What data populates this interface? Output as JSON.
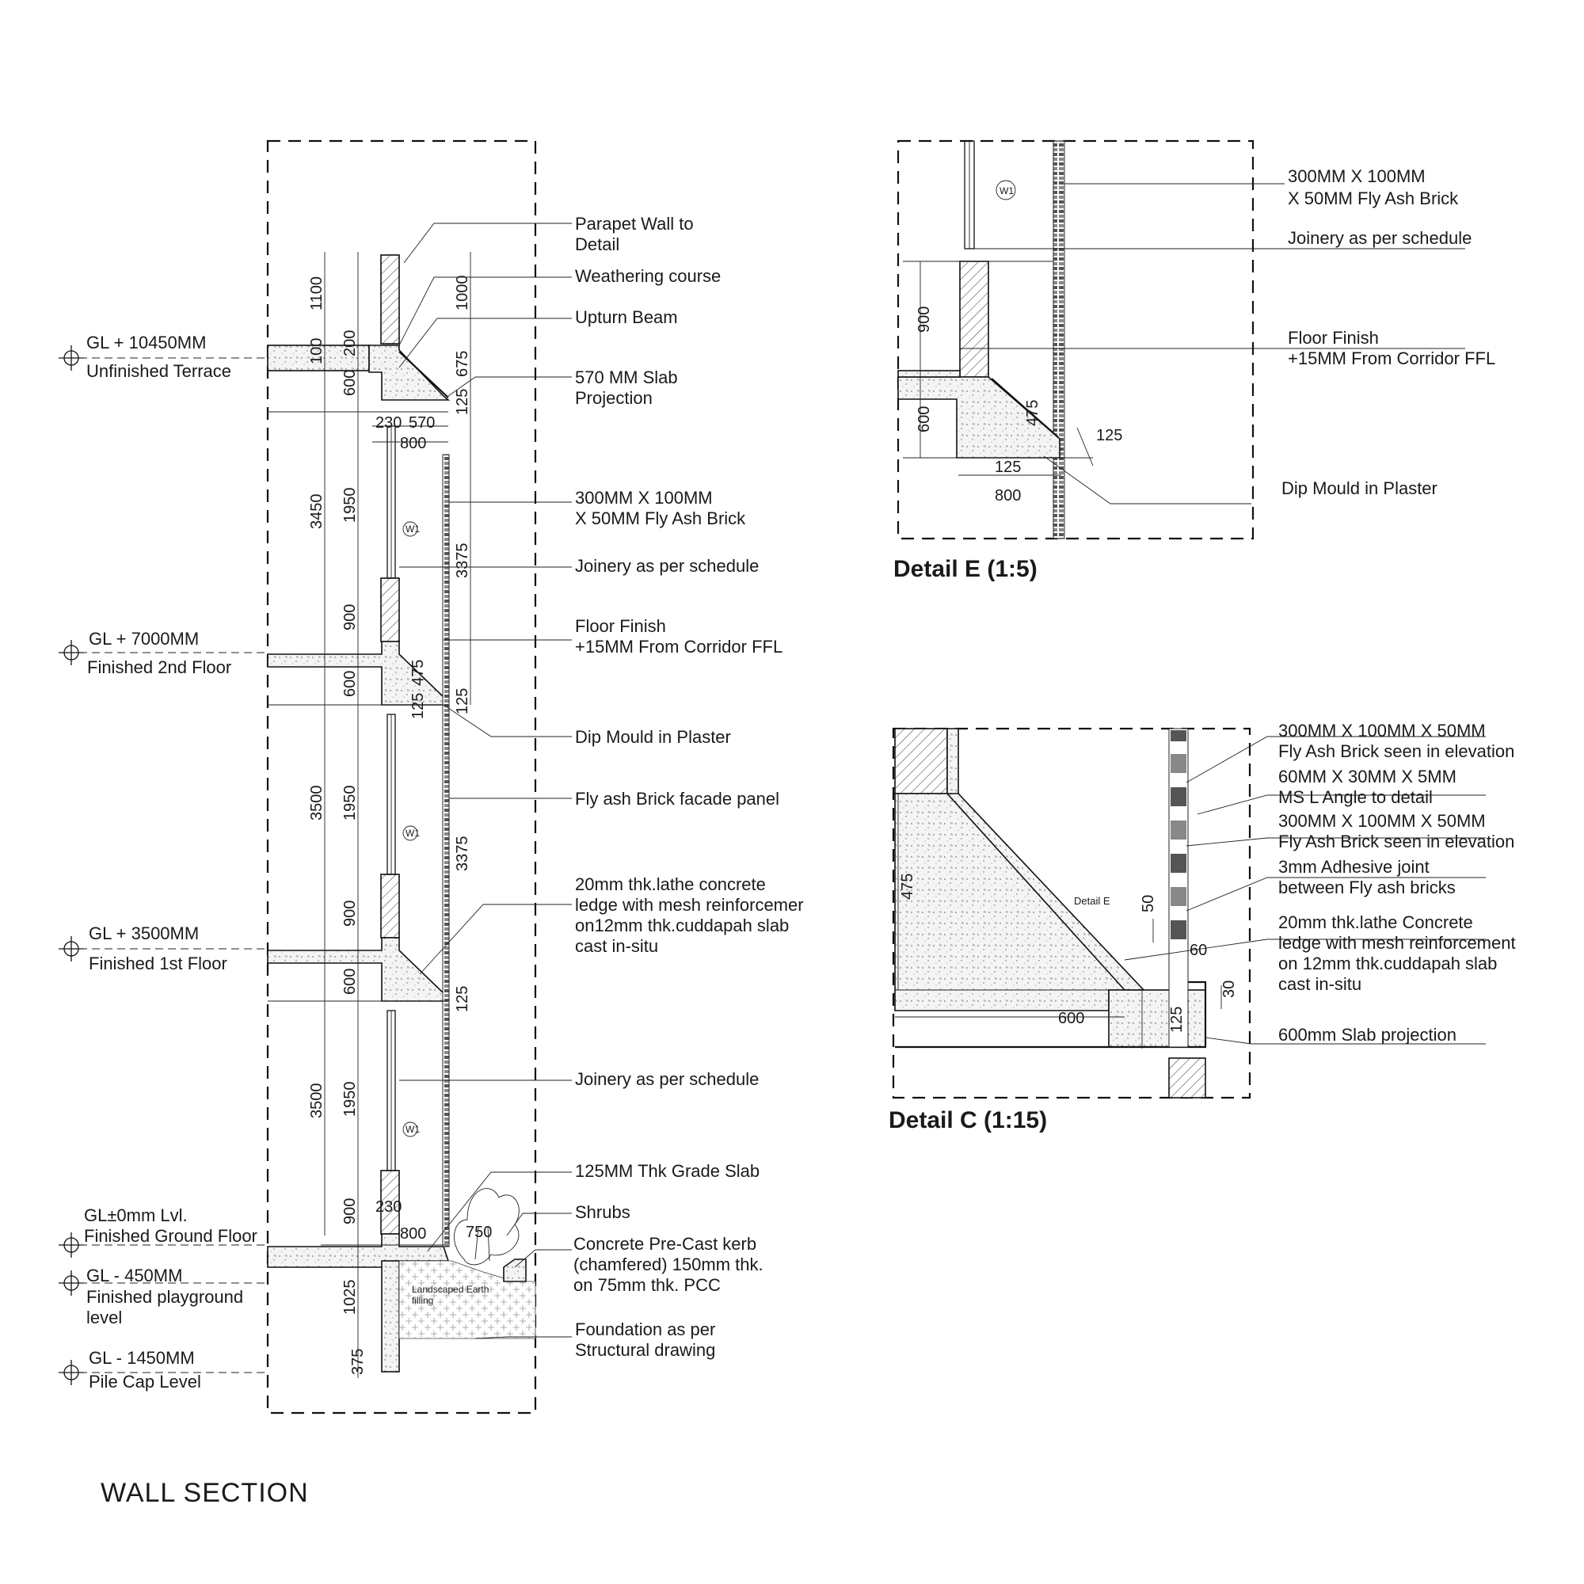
{
  "section": {
    "title": "WALL SECTION",
    "levels": [
      {
        "value": "GL + 10450MM",
        "name": "Unfinished Terrace"
      },
      {
        "value": "GL + 7000MM",
        "name": "Finished 2nd Floor"
      },
      {
        "value": "GL + 3500MM",
        "name": "Finished 1st Floor"
      },
      {
        "value": "GL±0mm Lvl.",
        "name": "Finished Ground Floor"
      },
      {
        "value": "GL - 450MM",
        "name": "Finished playground",
        "name2": "level"
      },
      {
        "value": "GL - 1450MM",
        "name": "Pile Cap Level"
      }
    ],
    "notes": [
      {
        "l1": "Parapet Wall to",
        "l2": "Detail"
      },
      {
        "l1": "Weathering course",
        "l2": ""
      },
      {
        "l1": "Upturn Beam",
        "l2": ""
      },
      {
        "l1": "570 MM Slab",
        "l2": "Projection"
      },
      {
        "l1": "300MM X 100MM",
        "l2": "X 50MM Fly Ash Brick"
      },
      {
        "l1": "Joinery as per schedule",
        "l2": ""
      },
      {
        "l1": "Floor Finish",
        "l2": "+15MM From Corridor FFL"
      },
      {
        "l1": "Dip Mould in Plaster",
        "l2": ""
      },
      {
        "l1": "Fly ash Brick facade panel",
        "l2": ""
      },
      {
        "l1": "20mm thk.lathe concrete",
        "l2": "ledge with mesh reinforcemer",
        "l3": "on12mm thk.cuddapah slab",
        "l4": "cast in-situ"
      },
      {
        "l1": "Joinery as per schedule",
        "l2": ""
      },
      {
        "l1": "125MM Thk Grade Slab",
        "l2": ""
      },
      {
        "l1": "Shrubs",
        "l2": ""
      },
      {
        "l1": "Concrete Pre-Cast kerb",
        "l2": "(chamfered) 150mm thk.",
        "l3": "on 75mm thk. PCC"
      },
      {
        "l1": "Foundation as per",
        "l2": "Structural drawing"
      }
    ],
    "dims": {
      "d1100": "1100",
      "d1000": "1000",
      "d100": "100",
      "d200": "200",
      "d600": "600",
      "d675": "675",
      "d125": "125",
      "d230": "230",
      "d570": "570",
      "d800": "800",
      "d3450": "3450",
      "d1950": "1950",
      "d3375": "3375",
      "d900": "900",
      "d3500": "3500",
      "d475": "475",
      "d750": "750",
      "d1025": "1025",
      "d375": "375"
    },
    "tags": {
      "window": "W1",
      "earth_l1": "Landscaped Earth",
      "earth_l2": "filling"
    }
  },
  "detailE": {
    "title": "Detail E (1:5)",
    "notes": [
      {
        "l1": "300MM X 100MM",
        "l2": "X 50MM Fly Ash Brick"
      },
      {
        "l1": "Joinery as per schedule",
        "l2": ""
      },
      {
        "l1": "Floor Finish",
        "l2": "+15MM From Corridor FFL"
      },
      {
        "l1": "Dip Mould in Plaster",
        "l2": ""
      }
    ],
    "dims": {
      "d900": "900",
      "d600": "600",
      "d475": "475",
      "d125a": "125",
      "d125b": "125",
      "d800": "800"
    },
    "tag": "W1"
  },
  "detailC": {
    "title": "Detail C (1:15)",
    "notes": [
      {
        "l1": "300MM X 100MM X 50MM",
        "l2": "Fly Ash Brick seen in elevation"
      },
      {
        "l1": "60MM X 30MM X 5MM",
        "l2": " MS L Angle to detail"
      },
      {
        "l1": "300MM X 100MM X 50MM",
        "l2": "Fly Ash Brick seen in elevation"
      },
      {
        "l1": "3mm Adhesive joint",
        "l2": "between Fly ash bricks"
      },
      {
        "l1": "20mm thk.lathe Concrete",
        "l2": "ledge with mesh reinforcement",
        "l3": "on 12mm thk.cuddapah slab",
        "l4": "cast in-situ"
      },
      {
        "l1": "600mm Slab projection",
        "l2": ""
      }
    ],
    "dims": {
      "d475": "475",
      "d50": "50",
      "d60": "60",
      "d30": "30",
      "d600": "600",
      "d125": "125"
    },
    "ref": "Detail E"
  }
}
